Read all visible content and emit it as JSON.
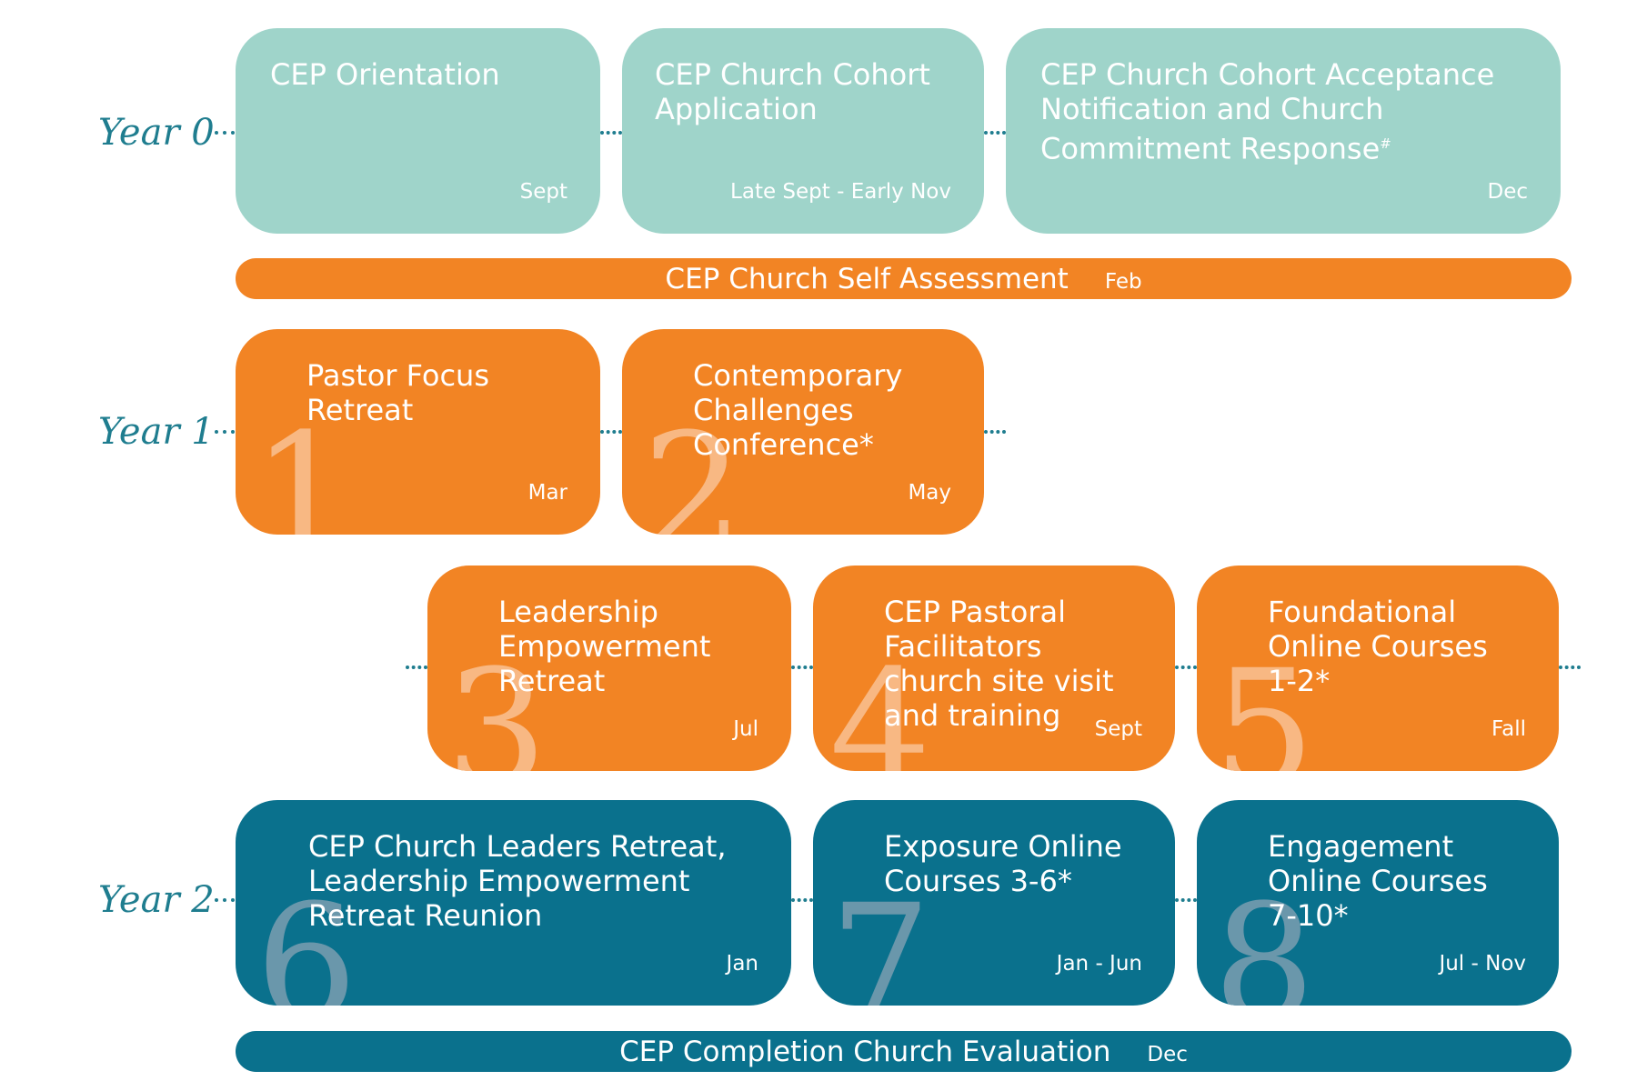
{
  "colors": {
    "mint": "#9fd4ca",
    "orange": "#f28424",
    "teal": "#0a718d",
    "year_label": "#1f7d8f"
  },
  "years": {
    "y0": "Year 0",
    "y1": "Year 1",
    "y2": "Year 2"
  },
  "steps": [
    {
      "title": "CEP Orientation",
      "date": "Sept"
    },
    {
      "title": "CEP Church Cohort\nApplication",
      "date": "Late Sept - Early Nov"
    },
    {
      "title": "CEP Church Cohort Acceptance\nNotification and Church\nCommitment Response",
      "title_mark": "#",
      "date": "Dec"
    },
    {
      "number": "1",
      "title": "Pastor Focus\nRetreat",
      "date": "Mar"
    },
    {
      "number": "2",
      "title": "Contemporary\nChallenges\nConference*",
      "date": "May"
    },
    {
      "number": "3",
      "title": "Leadership\nEmpowerment\nRetreat",
      "date": "Jul"
    },
    {
      "number": "4",
      "title": "CEP Pastoral\nFacilitators\nchurch site visit\nand training",
      "date": "Sept"
    },
    {
      "number": "5",
      "title": "Foundational\nOnline Courses\n1-2*",
      "date": "Fall"
    },
    {
      "number": "6",
      "title": "CEP Church Leaders Retreat,\nLeadership Empowerment\nRetreat Reunion",
      "date": "Jan"
    },
    {
      "number": "7",
      "title": "Exposure Online\nCourses 3-6*",
      "date": "Jan - Jun"
    },
    {
      "number": "8",
      "title": "Engagement\nOnline Courses\n7-10*",
      "date": "Jul - Nov"
    }
  ],
  "bars": [
    {
      "title": "CEP Church Self Assessment",
      "date": "Feb"
    },
    {
      "title": "CEP Completion Church Evaluation",
      "date": "Dec"
    }
  ]
}
